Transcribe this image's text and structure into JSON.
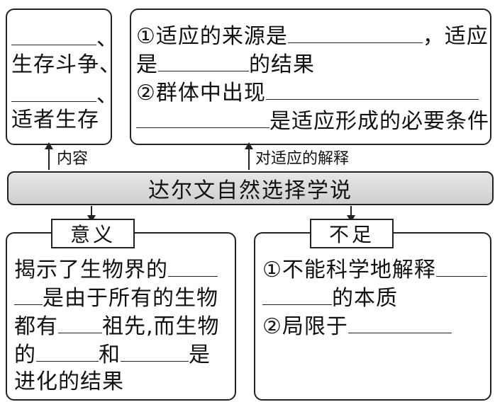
{
  "content_box": {
    "sep1": "、",
    "line2": "生存斗争、",
    "sep3": "、",
    "line4": "适者生存"
  },
  "content_label": "内容",
  "explain_box": {
    "l1a": "①适应的来源是",
    "l1b": "，适应",
    "l2a": "是",
    "l2b": "的结果",
    "l3": "②群体中出现",
    "l4": "是适应形成的必要条件"
  },
  "explain_label": "对适应的解释",
  "title": "达尔文自然选择学说",
  "significance": {
    "tag": "意义",
    "l1": "揭示了生物界的",
    "l2": "是由于所有的生物",
    "l3a": "都有",
    "l3b": "祖先,而生物",
    "l4a": "的",
    "l4b": "和",
    "l4c": "是",
    "l5": "进化的结果"
  },
  "shortcoming": {
    "tag": "不足",
    "l1": "①不能科学地解释",
    "l2": "的本质",
    "l3": "②局限于"
  }
}
